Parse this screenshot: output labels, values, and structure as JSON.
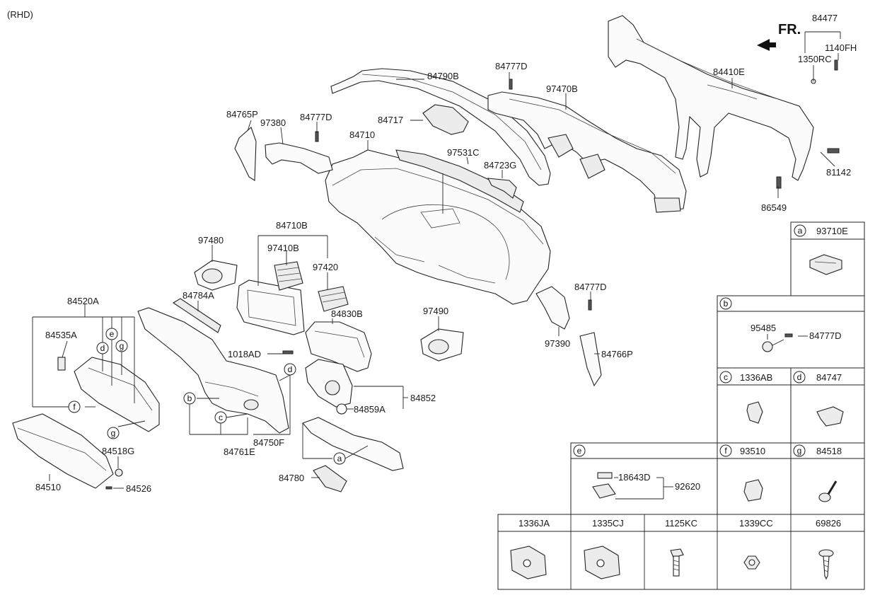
{
  "header": {
    "variant": "(RHD)",
    "front_marker": "FR."
  },
  "labels": {
    "l84790B": "84790B",
    "l84777D_top": "84777D",
    "l97470B": "97470B",
    "l84477": "84477",
    "l1140FH": "1140FH",
    "l1350RC": "1350RC",
    "l84410E": "84410E",
    "l84717": "84717",
    "l84765P": "84765P",
    "l97380": "97380",
    "l84777D_left": "84777D",
    "l84710": "84710",
    "l97531C": "97531C",
    "l84723G": "84723G",
    "l81142": "81142",
    "l86549": "86549",
    "l84710B": "84710B",
    "l97480": "97480",
    "l97410B": "97410B",
    "l97420": "97420",
    "l84784A": "84784A",
    "l84830B": "84830B",
    "l84520A": "84520A",
    "l84535A": "84535A",
    "l1018AD": "1018AD",
    "l84777D_right": "84777D",
    "l97490": "97490",
    "l97390": "97390",
    "l84766P": "84766P",
    "l84852": "84852",
    "l84859A": "84859A",
    "l84750F": "84750F",
    "l84761E": "84761E",
    "l84518G": "84518G",
    "l84510": "84510",
    "l84526": "84526",
    "l84780": "84780"
  },
  "callouts": {
    "a": "a",
    "b": "b",
    "c": "c",
    "d": "d",
    "e": "e",
    "f": "f",
    "g": "g"
  },
  "legend": {
    "a": {
      "letter": "a",
      "part": "93710E"
    },
    "b": {
      "letter": "b",
      "part1": "95485",
      "part2": "84777D"
    },
    "c": {
      "letter": "c",
      "part": "1336AB"
    },
    "d": {
      "letter": "d",
      "part": "84747"
    },
    "e": {
      "letter": "e",
      "part1": "18643D",
      "part2": "92620"
    },
    "f": {
      "letter": "f",
      "part": "93510"
    },
    "g": {
      "letter": "g",
      "part": "84518"
    },
    "bottom": [
      "1336JA",
      "1335CJ",
      "1125KC",
      "1339CC",
      "69826"
    ]
  }
}
